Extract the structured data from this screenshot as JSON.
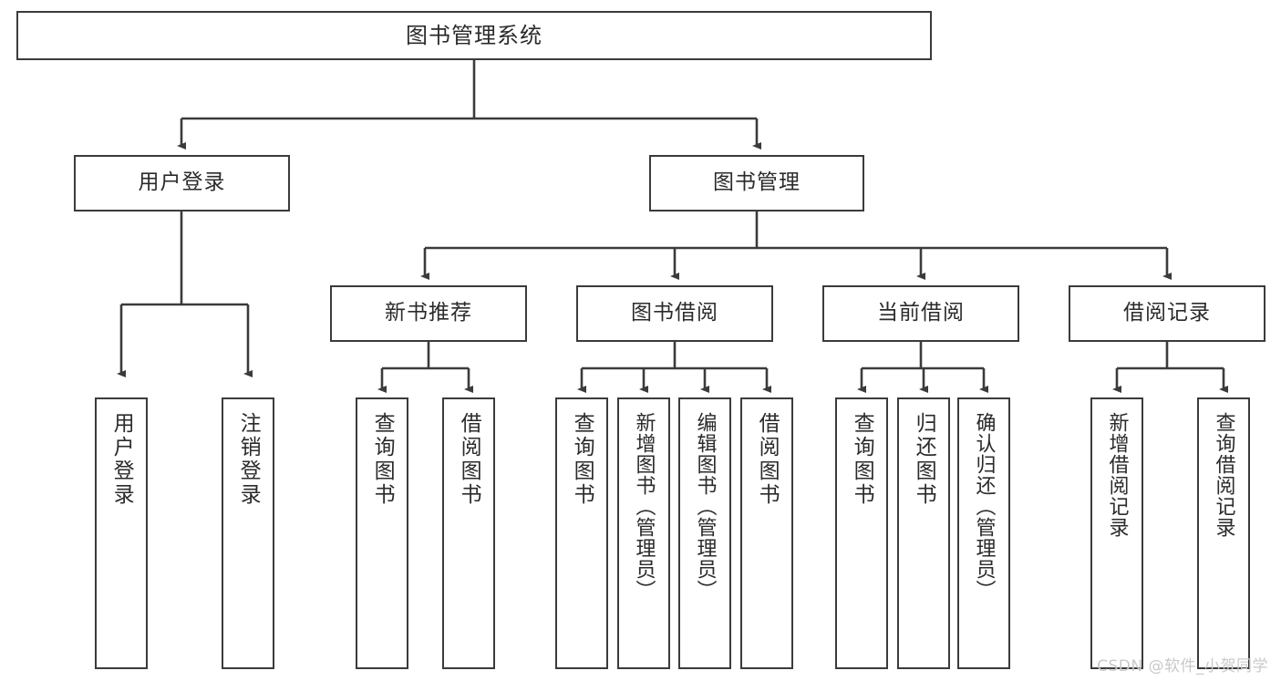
{
  "diagram": {
    "type": "tree",
    "title": "图书管理系统",
    "watermark": "CSDN @软件_小贺同学",
    "line_color": "#3b3b3b",
    "text_color": "#2b2b2b",
    "background": "#ffffff",
    "root": {
      "label": "图书管理系统"
    },
    "level2": [
      {
        "label": "用户登录"
      },
      {
        "label": "图书管理"
      }
    ],
    "level3": [
      {
        "label": "新书推荐"
      },
      {
        "label": "图书借阅"
      },
      {
        "label": "当前借阅"
      },
      {
        "label": "借阅记录"
      }
    ],
    "leaves": {
      "user_login": [
        {
          "label": "用户登录"
        },
        {
          "label": "注销登录"
        }
      ],
      "new_book": [
        {
          "label": "查询图书"
        },
        {
          "label": "借阅图书"
        }
      ],
      "borrow_book": [
        {
          "label": "查询图书"
        },
        {
          "label": "新增图书（管理员）"
        },
        {
          "label": "编辑图书（管理员）"
        },
        {
          "label": "借阅图书"
        }
      ],
      "current_borrow": [
        {
          "label": "查询图书"
        },
        {
          "label": "归还图书"
        },
        {
          "label": "确认归还（管理员）"
        }
      ],
      "borrow_record": [
        {
          "label": "新增借阅记录"
        },
        {
          "label": "查询借阅记录"
        }
      ]
    }
  }
}
